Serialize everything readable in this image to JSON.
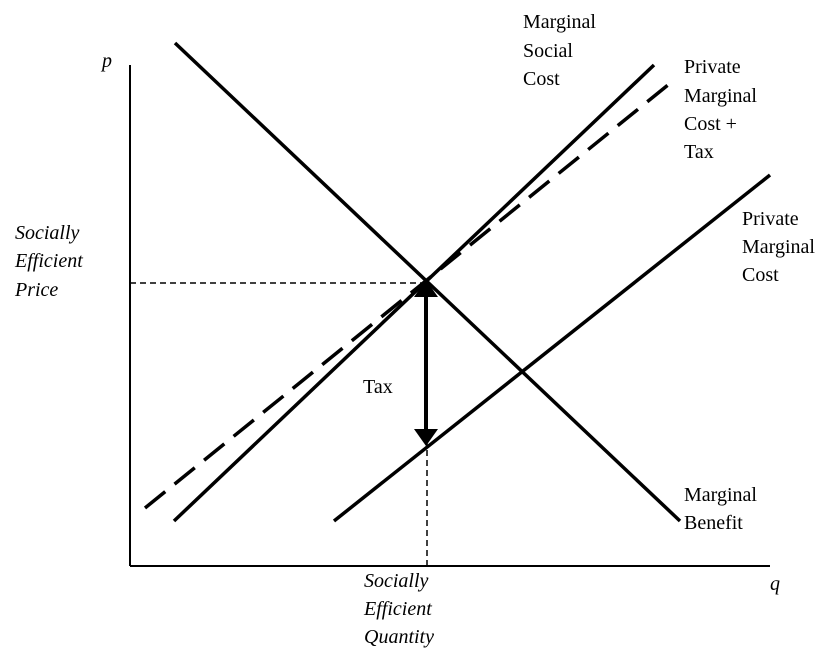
{
  "axes": {
    "y_label": "p",
    "x_label": "q"
  },
  "labels": {
    "marginal_social_cost": [
      "Marginal",
      "Social",
      "Cost"
    ],
    "private_mc_plus_tax": [
      "Private",
      "Marginal",
      "Cost +",
      "Tax"
    ],
    "private_mc": [
      "Private",
      "Marginal",
      "Cost"
    ],
    "marginal_benefit": [
      "Marginal",
      "Benefit"
    ],
    "efficient_price": [
      "Socially",
      "Efficient",
      "Price"
    ],
    "efficient_quantity": [
      "Socially",
      "Efficient",
      "Quantity"
    ],
    "tax": "Tax"
  }
}
